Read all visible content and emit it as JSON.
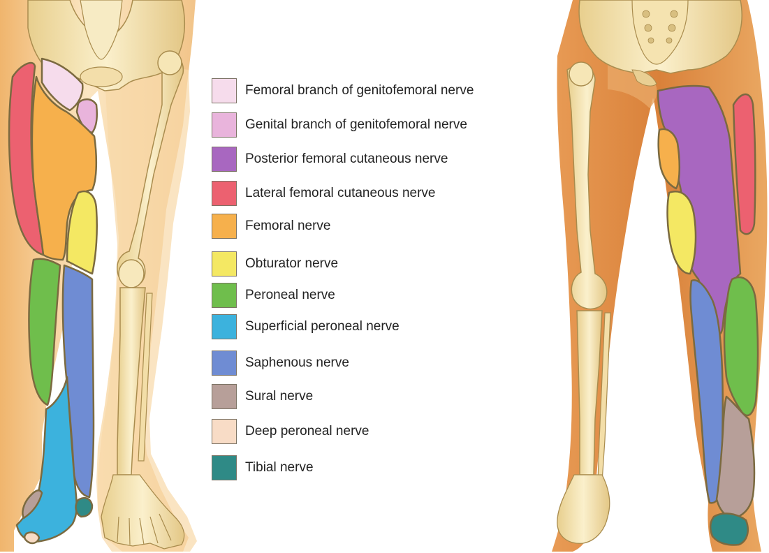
{
  "legend": [
    {
      "label": "Femoral branch of genitofemoral nerve",
      "color": "#f6dcec"
    },
    {
      "label": "Genital branch of genitofemoral nerve",
      "color": "#e9b4dc"
    },
    {
      "label": "Posterior femoral cutaneous nerve",
      "color": "#a867c0"
    },
    {
      "label": "Lateral femoral cutaneous nerve",
      "color": "#ec6170"
    },
    {
      "label": "Femoral nerve",
      "color": "#f6b04c"
    },
    {
      "label": "Obturator nerve",
      "color": "#f4e863"
    },
    {
      "label": "Peroneal nerve",
      "color": "#6fbe4c"
    },
    {
      "label": "Superficial peroneal nerve",
      "color": "#3cb2dd"
    },
    {
      "label": "Saphenous nerve",
      "color": "#6f8cd3"
    },
    {
      "label": "Sural nerve",
      "color": "#b79f99"
    },
    {
      "label": "Deep peroneal nerve",
      "color": "#f8dcc6"
    },
    {
      "label": "Tibial nerve",
      "color": "#2f8a86"
    }
  ],
  "colors": {
    "skin_light": "#fbe4bd",
    "skin_mid": "#f3c98a",
    "skin_shadow": "#e39a4c",
    "muscle": "#d9853f",
    "bone": "#f5e2ae",
    "bone_outline": "#a98c4e",
    "region_outline": "#7b6a40"
  },
  "views": [
    "anterior-leg",
    "posterior-leg"
  ]
}
